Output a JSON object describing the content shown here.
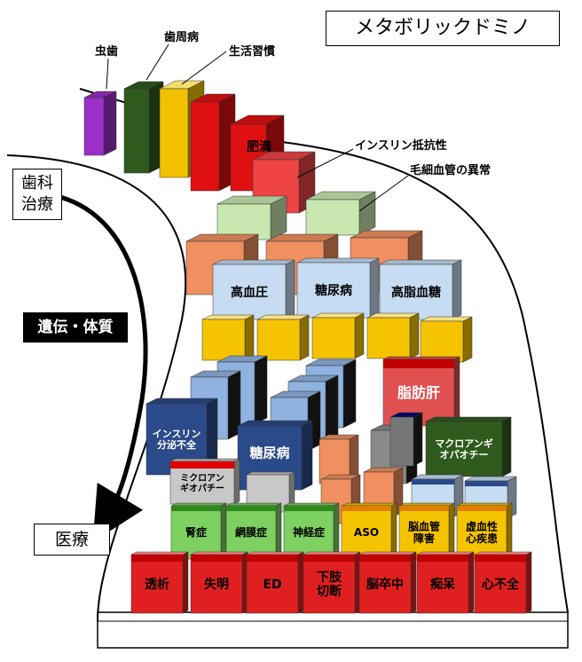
{
  "title": "メタボリックドミノ",
  "side_labels": {
    "dental": "歯科\n治療",
    "genetic": "遺伝・体質",
    "medical": "医療"
  },
  "top_labels": {
    "caries": "虫歯",
    "periodontal": "歯周病",
    "lifestyle": "生活習慣"
  },
  "callouts": {
    "obesity": "肥満",
    "insulin_resistance": "インスリン抵抗性",
    "capillary": "毛細血管の異常"
  },
  "tier3": [
    "高血圧",
    "糖尿病",
    "高脂血糖"
  ],
  "fatty_liver": "脂肪肝",
  "insulin_deficiency": "インスリン\n分泌不全",
  "diabetes_mid": "糖尿病",
  "micro": "ミクロアン\nギオパチー",
  "macro": "マクロアンギ\nオパオチー",
  "complications": [
    "腎症",
    "網膜症",
    "神経症",
    "ASO",
    "脳血管\n障害",
    "虚血性\n心疾患"
  ],
  "outcomes": [
    "透析",
    "失明",
    "ED",
    "下肢\n切断",
    "脳卒中",
    "痴呆",
    "心不全"
  ],
  "colors": {
    "purple": "#9b30c8",
    "dark_green": "#2f5a1e",
    "yellow": "#f2c200",
    "red": "#e01010",
    "pink_red": "#ee4444",
    "light_green": "#c8e8b0",
    "salmon": "#f09060",
    "light_blue": "#c5dcf2",
    "gold": "#f5c400",
    "steel_blue": "#8fb2e0",
    "navy": "#2a4a8a",
    "fatty_red": "#e05050",
    "gray": "#c8c8c8",
    "green_lite": "#7ed060",
    "crimson": "#e02020"
  }
}
